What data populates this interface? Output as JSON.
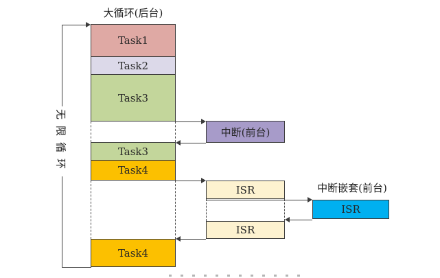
{
  "title": "大循环(后台)",
  "left_loop": {
    "label": "无限循环"
  },
  "nested_title": "中断嵌套(前台)",
  "boxes": {
    "task1": {
      "label": "Task1",
      "fill": "#dfa9a4"
    },
    "task2": {
      "label": "Task2",
      "fill": "#dcd9e9"
    },
    "task3a": {
      "label": "Task3",
      "fill": "#c3d69b"
    },
    "task3b": {
      "label": "Task3",
      "fill": "#c3d69b"
    },
    "task4a": {
      "label": "Task4",
      "fill": "#fcc000"
    },
    "task4b": {
      "label": "Task4",
      "fill": "#fcc000"
    },
    "interrupt": {
      "label": "中断(前台)",
      "fill": "#a79bc9"
    },
    "isr1": {
      "label": "ISR",
      "fill": "#fdf2d0"
    },
    "isr2": {
      "label": "ISR",
      "fill": "#fdf2d0"
    },
    "isr_nested": {
      "label": "ISR",
      "fill": "#00b0f0"
    }
  },
  "colors": {
    "line": "#3c3c3c",
    "border": "#3c3c3c",
    "text": "#1f1f1f",
    "background": "#ffffff"
  }
}
